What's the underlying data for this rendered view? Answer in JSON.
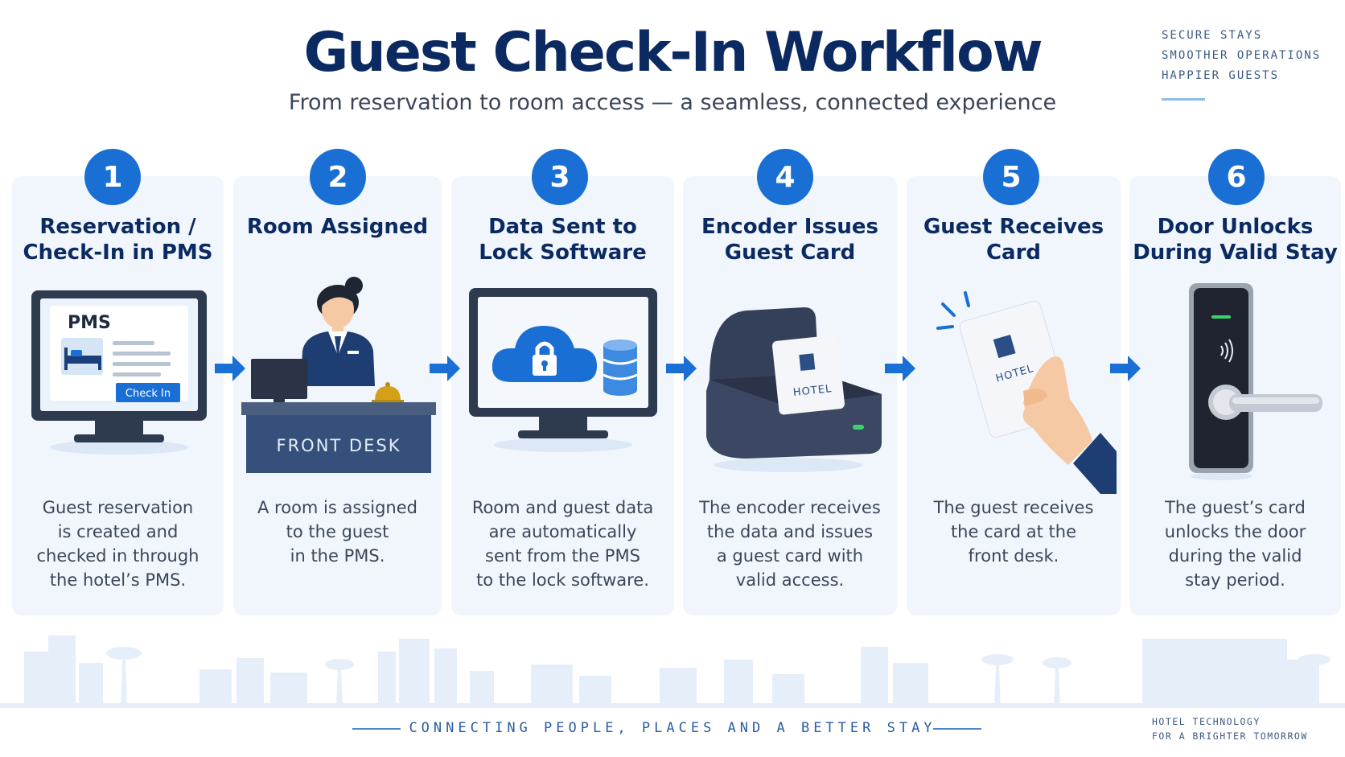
{
  "header": {
    "title": "Guest Check-In Workflow",
    "subtitle": "From reservation to room access — a seamless, connected experience",
    "tagline": [
      "SECURE STAYS",
      "SMOOTHER OPERATIONS",
      "HAPPIER GUESTS"
    ]
  },
  "steps": [
    {
      "number": "1",
      "title": [
        "Reservation /",
        "Check-In in PMS"
      ],
      "desc": [
        "Guest reservation",
        "is created and",
        "checked in through",
        "the hotel’s PMS."
      ],
      "screen_label": "PMS",
      "button_label": "Check In"
    },
    {
      "number": "2",
      "title": [
        "Room Assigned"
      ],
      "desc": [
        "A room is assigned",
        "to the guest",
        "in the PMS."
      ],
      "desk_label": "FRONT DESK"
    },
    {
      "number": "3",
      "title": [
        "Data Sent to",
        "Lock Software"
      ],
      "desc": [
        "Room and guest data",
        "are automatically",
        "sent from the PMS",
        "to the lock software."
      ]
    },
    {
      "number": "4",
      "title": [
        "Encoder Issues",
        "Guest Card"
      ],
      "desc": [
        "The encoder receives",
        "the data and issues",
        "a guest card with",
        "valid access."
      ],
      "card_label": "HOTEL"
    },
    {
      "number": "5",
      "title": [
        "Guest Receives",
        "Card"
      ],
      "desc": [
        "The guest receives",
        "the card at the",
        "front desk."
      ],
      "card_label": "HOTEL"
    },
    {
      "number": "6",
      "title": [
        "Door Unlocks",
        "During Valid Stay"
      ],
      "desc": [
        "The guest’s card",
        "unlocks the door",
        "during the valid",
        "stay period."
      ]
    }
  ],
  "footer": {
    "text": "CONNECTING PEOPLE, PLACES AND A BETTER STAY",
    "corner": [
      "HOTEL TECHNOLOGY",
      "FOR A BRIGHTER TOMORROW"
    ]
  },
  "colors": {
    "accent": "#1a6fd4",
    "title": "#0b2a62",
    "panel": "#f1f6fc"
  },
  "icons": [
    "monitor-icon",
    "bed-icon",
    "receptionist-icon",
    "bell-icon",
    "cloud-lock-icon",
    "database-icon",
    "encoder-icon",
    "keycard-icon",
    "hand-icon",
    "door-lock-icon",
    "arrow-right-icon"
  ]
}
